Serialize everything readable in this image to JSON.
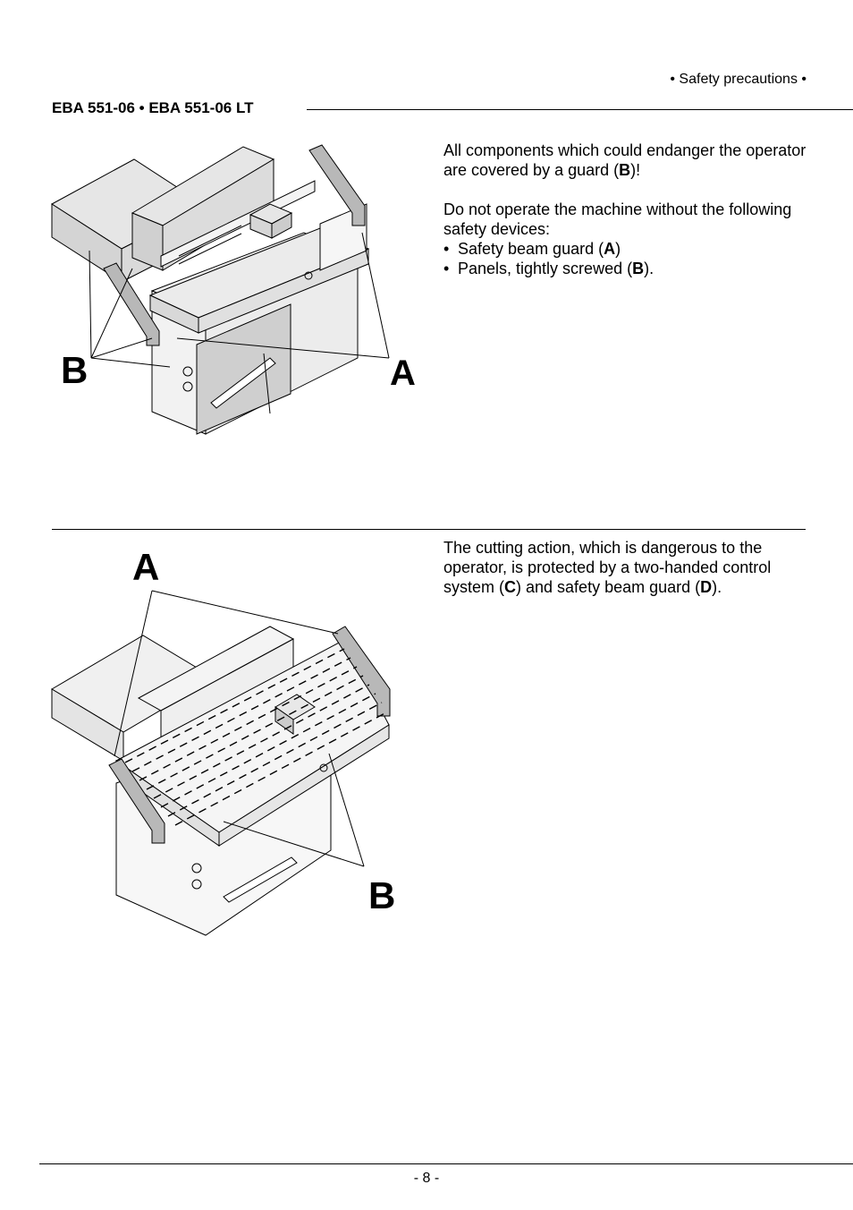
{
  "header": {
    "running_head": "• Safety precautions •",
    "model": "EBA 551-06 • EBA 551-06 LT"
  },
  "section1": {
    "para1": {
      "pre": "All components which could endanger the operator are covered by a guard (",
      "bold": "B",
      "post": ")!"
    },
    "para2": "Do not operate the machine without the following safety devices:",
    "bullets": [
      {
        "pre": "Safety beam guard (",
        "bold": "A",
        "post": ")"
      },
      {
        "pre": "Panels, tightly screwed (",
        "bold": "B",
        "post": ")."
      }
    ],
    "figure": {
      "labels": [
        "B",
        "A"
      ]
    }
  },
  "section2": {
    "para": [
      {
        "t": "The cutting action, which is dangerous to the operator, is protected by a two-handed control system ("
      },
      {
        "t": "C",
        "b": true
      },
      {
        "t": ") and safety beam guard ("
      },
      {
        "t": "D",
        "b": true
      },
      {
        "t": ")."
      }
    ],
    "figure": {
      "labels": [
        "A",
        "B"
      ]
    }
  },
  "footer": {
    "page": "- 8 -"
  }
}
